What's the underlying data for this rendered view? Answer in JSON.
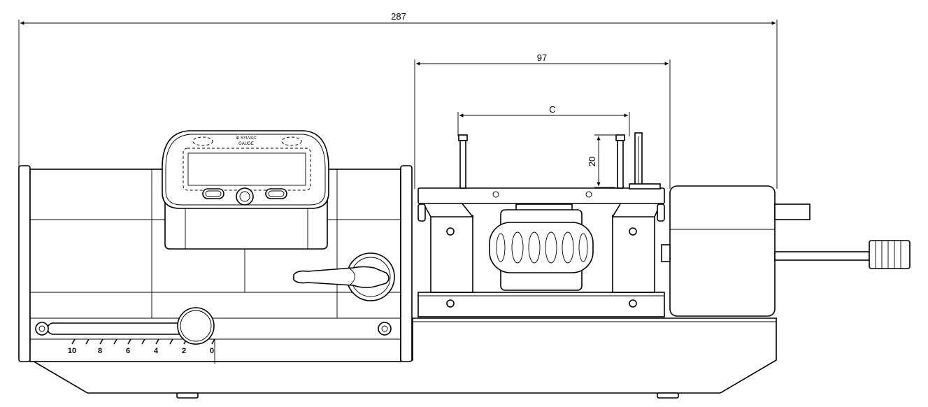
{
  "dimensions": {
    "overall_length": "287",
    "head_width": "97",
    "spacing": "C",
    "pin_height": "20"
  },
  "scale": {
    "labels": [
      "10",
      "8",
      "6",
      "4",
      "2",
      "0"
    ]
  },
  "display": {
    "brand": "⊕ SYLVAC",
    "subtitle": "GAUGE"
  }
}
